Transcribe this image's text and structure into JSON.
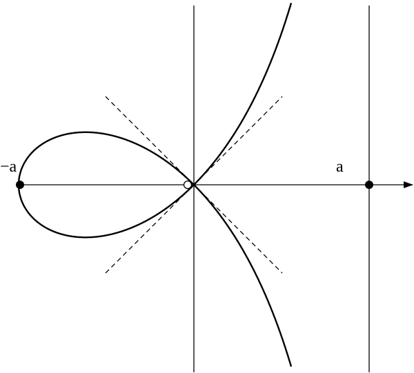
{
  "figure": {
    "curve": "strophoid",
    "parameter_a": 1,
    "labels": {
      "neg_a": "−a",
      "pos_a": "a"
    },
    "tangent_slopes": [
      1,
      -1
    ],
    "colors": {
      "stroke": "#000000",
      "background": "#ffffff"
    }
  }
}
